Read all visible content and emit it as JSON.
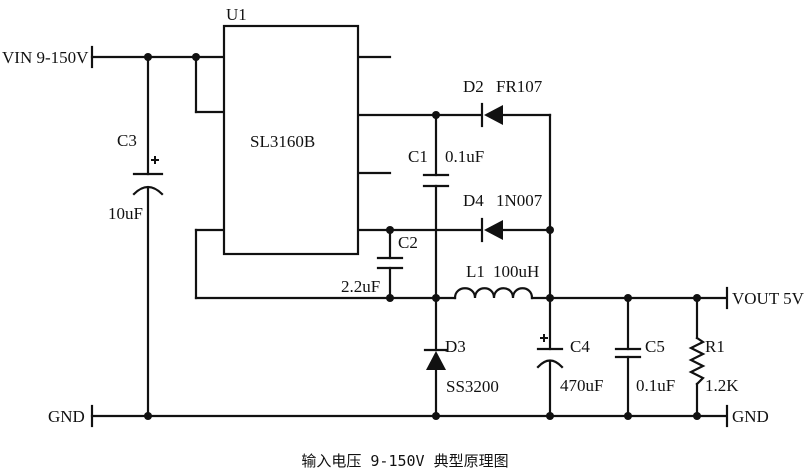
{
  "diagram": {
    "title": "输入电压 9-150V 典型原理图",
    "ic": {
      "ref": "U1",
      "part": "SL3160B"
    },
    "ports": {
      "vin": "VIN 9-150V",
      "gnd_left": "GND",
      "vout": "VOUT 5V",
      "gnd_right": "GND"
    },
    "components": {
      "c3": {
        "ref": "C3",
        "value": "10uF"
      },
      "c1": {
        "ref": "C1",
        "value": "0.1uF"
      },
      "c2": {
        "ref": "C2",
        "value": "2.2uF"
      },
      "d2": {
        "ref": "D2",
        "part": "FR107"
      },
      "d4": {
        "ref": "D4",
        "part": "1N007"
      },
      "l1": {
        "ref": "L1",
        "value": "100uH"
      },
      "d3": {
        "ref": "D3",
        "part": "SS3200"
      },
      "c4": {
        "ref": "C4",
        "value": "470uF"
      },
      "c5": {
        "ref": "C5",
        "value": "0.1uF"
      },
      "r1": {
        "ref": "R1",
        "value": "1.2K"
      }
    }
  }
}
